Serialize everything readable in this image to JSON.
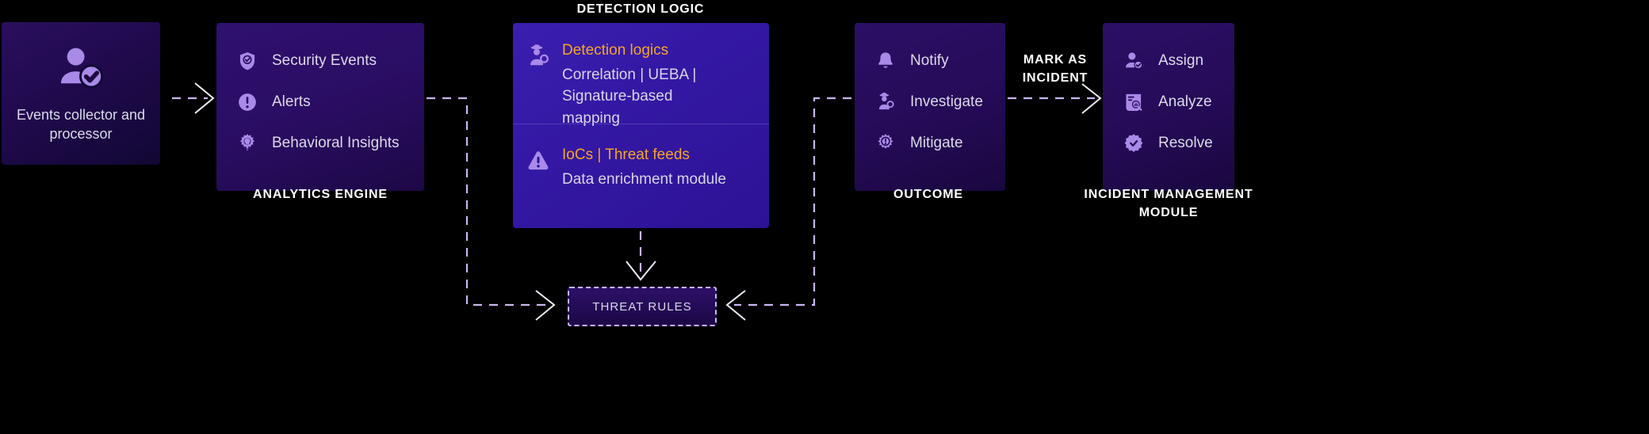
{
  "diagram": {
    "title_top": "DETECTION LOGIC",
    "background": "#000000",
    "accent_orange": "#f5a623",
    "accent_purple": "#9b7ce8",
    "card_violet": "#3418a4",
    "card_indigo": "#250b57"
  },
  "collector": {
    "label": "Events collector and processor",
    "icon": "user-check-icon"
  },
  "analytics": {
    "caption": "ANALYTICS ENGINE",
    "items": [
      {
        "label": "Security Events",
        "icon": "shield-check-icon"
      },
      {
        "label": "Alerts",
        "icon": "alert-circle-icon"
      },
      {
        "label": "Behavioral Insights",
        "icon": "lightbulb-gear-icon"
      }
    ]
  },
  "detection": {
    "caption": "DETECTION LOGIC",
    "sections": [
      {
        "title": "Detection logics",
        "body": "Correlation | UEBA | Signature-based mapping",
        "icon": "detective-icon"
      },
      {
        "title": "IoCs | Threat feeds",
        "body": "Data enrichment module",
        "icon": "warning-triangle-icon"
      }
    ]
  },
  "outcome": {
    "caption": "OUTCOME",
    "items": [
      {
        "label": "Notify",
        "icon": "bell-icon"
      },
      {
        "label": "Investigate",
        "icon": "detective-icon"
      },
      {
        "label": "Mitigate",
        "icon": "gear-alert-icon"
      }
    ]
  },
  "incident": {
    "caption": "INCIDENT MANAGEMENT\nMODULE",
    "items": [
      {
        "label": "Assign",
        "icon": "user-check-icon"
      },
      {
        "label": "Analyze",
        "icon": "report-search-icon"
      },
      {
        "label": "Resolve",
        "icon": "verified-check-icon"
      }
    ]
  },
  "threat_rules": {
    "label": "THREAT RULES"
  },
  "connectors": {
    "mark_as_incident": "MARK AS\nINCIDENT"
  }
}
